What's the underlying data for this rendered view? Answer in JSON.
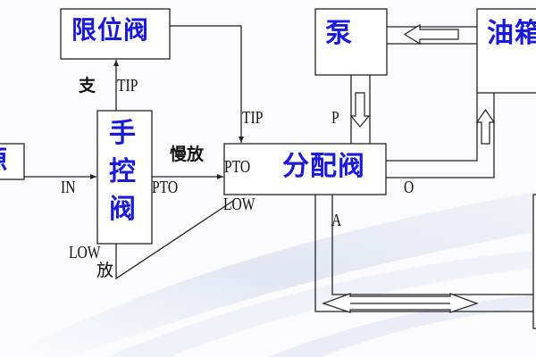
{
  "diagram": {
    "boxes": {
      "source": {
        "label": "源"
      },
      "limit_valve": {
        "label": "限位阀"
      },
      "manual_valve": {
        "label": [
          "手",
          "控",
          "阀"
        ]
      },
      "distribution_valve": {
        "label": "分配阀"
      },
      "pump": {
        "label": "泵"
      },
      "oil_tank": {
        "label": "油箱"
      }
    },
    "ports": {
      "manual_in": "IN",
      "manual_pto": "PTO",
      "manual_tip": "TIP",
      "manual_low": "LOW",
      "dist_tip": "TIP",
      "dist_pto": "PTO",
      "dist_low": "LOW",
      "dist_p": "P",
      "dist_o": "O",
      "dist_a": "A"
    },
    "annotations": {
      "support": "支",
      "slow_release": "慢放",
      "release": "放"
    },
    "colors": {
      "label": "#1a1adc",
      "line": "#222222",
      "background": "#fbfbfd"
    }
  }
}
